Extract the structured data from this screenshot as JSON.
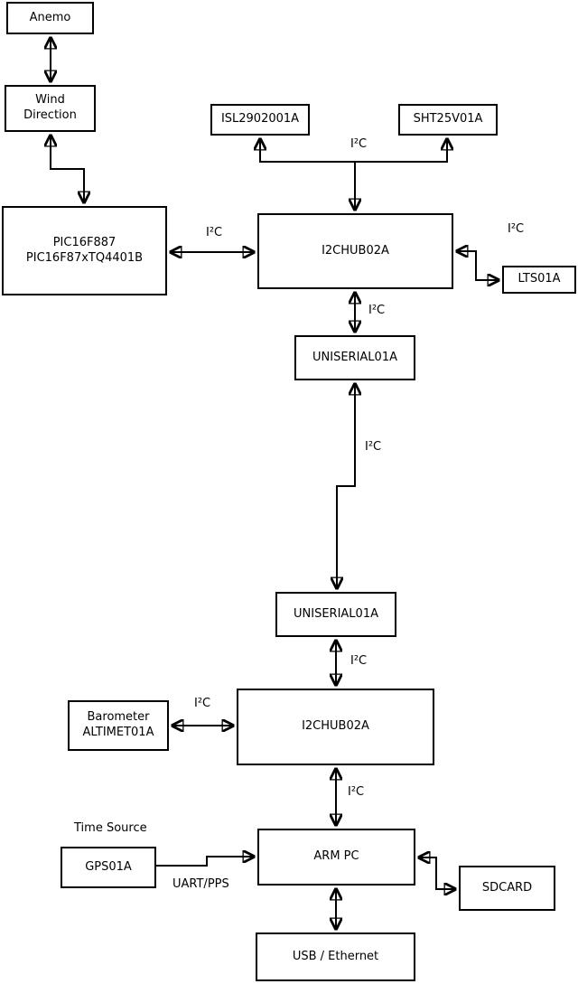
{
  "diagram": {
    "nodes": {
      "anemo": {
        "label": "Anemo"
      },
      "wind": {
        "line1": "Wind",
        "line2": "Direction"
      },
      "pic": {
        "line1": "PIC16F887",
        "line2": "PIC16F87xTQ4401B"
      },
      "isl": {
        "label": "ISL2902001A"
      },
      "sht": {
        "label": "SHT25V01A"
      },
      "hub1": {
        "label": "I2CHUB02A"
      },
      "lts": {
        "label": "LTS01A"
      },
      "uniserial1": {
        "label": "UNISERIAL01A"
      },
      "uniserial2": {
        "label": "UNISERIAL01A"
      },
      "hub2": {
        "label": "I2CHUB02A"
      },
      "barometer": {
        "line1": "Barometer",
        "line2": "ALTIMET01A"
      },
      "gps": {
        "label": "GPS01A"
      },
      "armpc": {
        "label": "ARM PC"
      },
      "sdcard": {
        "label": "SDCARD"
      },
      "usb": {
        "label": "USB / Ethernet"
      }
    },
    "edge_labels": {
      "i2c_pic_hub1": "I²C",
      "i2c_sensors": "I²C",
      "i2c_lts": "I²C",
      "i2c_hub1_uni1": "I²C",
      "i2c_long_link": "I²C",
      "i2c_uni2_hub2": "I²C",
      "i2c_barometer": "I²C",
      "i2c_hub2_armpc": "I²C",
      "time_source": "Time Source",
      "uart_pps": "UART/PPS"
    },
    "colors": {
      "line": "#000000",
      "box_fill": "#ffffff",
      "background": "#ffffff",
      "text": "#000000"
    }
  }
}
